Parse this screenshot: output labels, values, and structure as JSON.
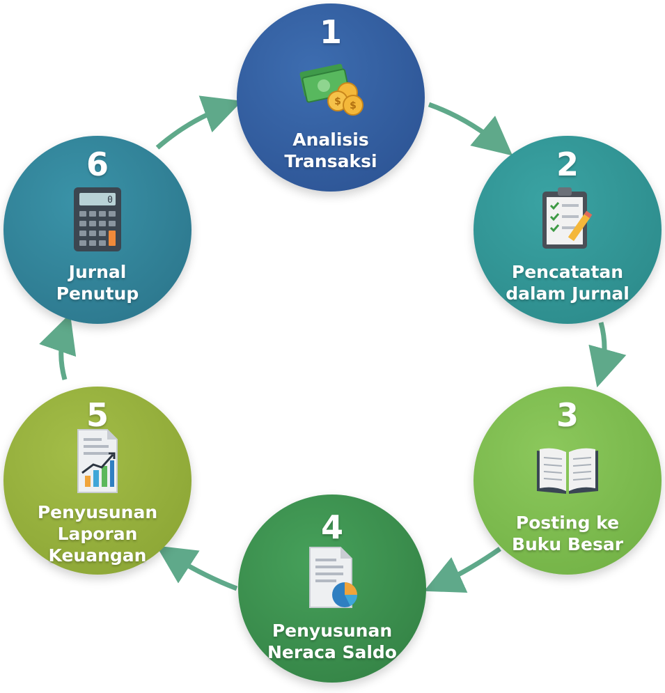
{
  "steps": [
    {
      "number": "1",
      "label_lines": [
        "Analisis",
        "Transaksi"
      ],
      "icon": "money-coins-icon",
      "color": "#2e5a9a"
    },
    {
      "number": "2",
      "label_lines": [
        "Pencatatan",
        "dalam Jurnal"
      ],
      "icon": "clipboard-checklist-icon",
      "color": "#2f9393"
    },
    {
      "number": "3",
      "label_lines": [
        "Posting ke",
        "Buku Besar"
      ],
      "icon": "open-book-icon",
      "color": "#7ab84b"
    },
    {
      "number": "4",
      "label_lines": [
        "Penyusunan",
        "Neraca Saldo"
      ],
      "icon": "document-pie-chart-icon",
      "color": "#3a8d4d"
    },
    {
      "number": "5",
      "label_lines": [
        "Penyusunan",
        "Laporan",
        "Keuangan"
      ],
      "icon": "report-growth-chart-icon",
      "color": "#93ad3c"
    },
    {
      "number": "6",
      "label_lines": [
        "Jurnal",
        "Penutup"
      ],
      "icon": "calculator-icon",
      "color": "#2f8096"
    }
  ],
  "arrow_color": "#5fa98a",
  "calculator_display": "0"
}
